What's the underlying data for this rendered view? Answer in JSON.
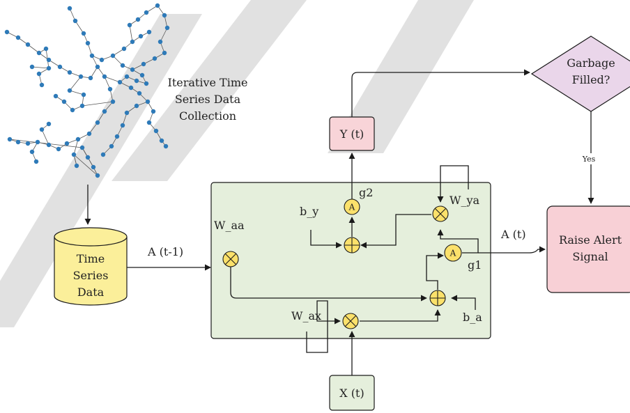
{
  "network_caption": [
    "Iterative Time",
    "Series Data",
    "Collection"
  ],
  "database": {
    "label": [
      "Time",
      "Series",
      "Data"
    ]
  },
  "input_box": {
    "label": "X (t)"
  },
  "output_box": {
    "label": "Y (t)"
  },
  "decision": {
    "label": [
      "Garbage",
      "Filled?"
    ]
  },
  "alert_box": {
    "label": [
      "Raise Alert",
      "Signal"
    ]
  },
  "edges": {
    "prev_state": "A (t-1)",
    "state": "A (t)",
    "yes": "Yes"
  },
  "cell": {
    "w_aa": "W_aa",
    "w_ax": "W_ax",
    "w_ya": "W_ya",
    "b_y": "b_y",
    "b_a": "b_a",
    "g1": "g1",
    "g2": "g2",
    "activation_symbol": "A"
  },
  "colors": {
    "node_blue": "#2e7ab8",
    "db_fill": "#fbef9a",
    "cell_fill": "#e5efdc",
    "output_fill": "#f8d4d8",
    "decision_fill": "#ead6ea",
    "alert_fill": "#f8d0d6",
    "op_fill": "#fbe16b",
    "input_fill": "#e5efdc"
  }
}
